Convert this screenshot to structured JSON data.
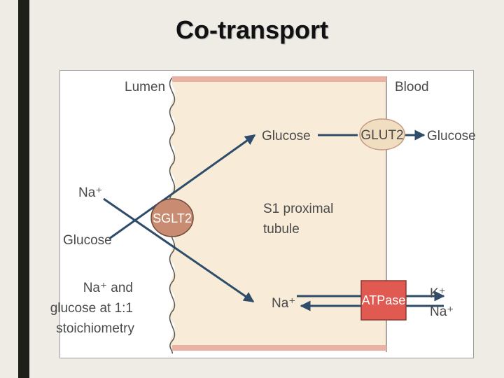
{
  "slide": {
    "title": "Co-transport"
  },
  "diagram": {
    "lumen_label": "Lumen",
    "blood_label": "Blood",
    "glucose_in_cell": "Glucose",
    "glucose_blood": "Glucose",
    "glut2": "GLUT2",
    "na_lumen": "Na⁺",
    "glucose_lumen": "Glucose",
    "sglt2": "SGLT2",
    "cell_label_line1": "S1 proximal",
    "cell_label_line2": "tubule",
    "stoich_line1": "Na⁺ and",
    "stoich_line2": "glucose at 1:1",
    "stoich_line3": "stoichiometry",
    "na_in_cell": "Na⁺",
    "atpase": "ATPase",
    "k_ion": "K⁺",
    "na_blood": "Na⁺"
  },
  "colors": {
    "cell_fill": "#f8ecd8",
    "membrane_band": "#e9b2a3",
    "arrow": "#2f4d6a",
    "transporter": "#c98c72",
    "glut2_fill": "#f1ddbf",
    "atpase_fill": "#e05a52"
  }
}
